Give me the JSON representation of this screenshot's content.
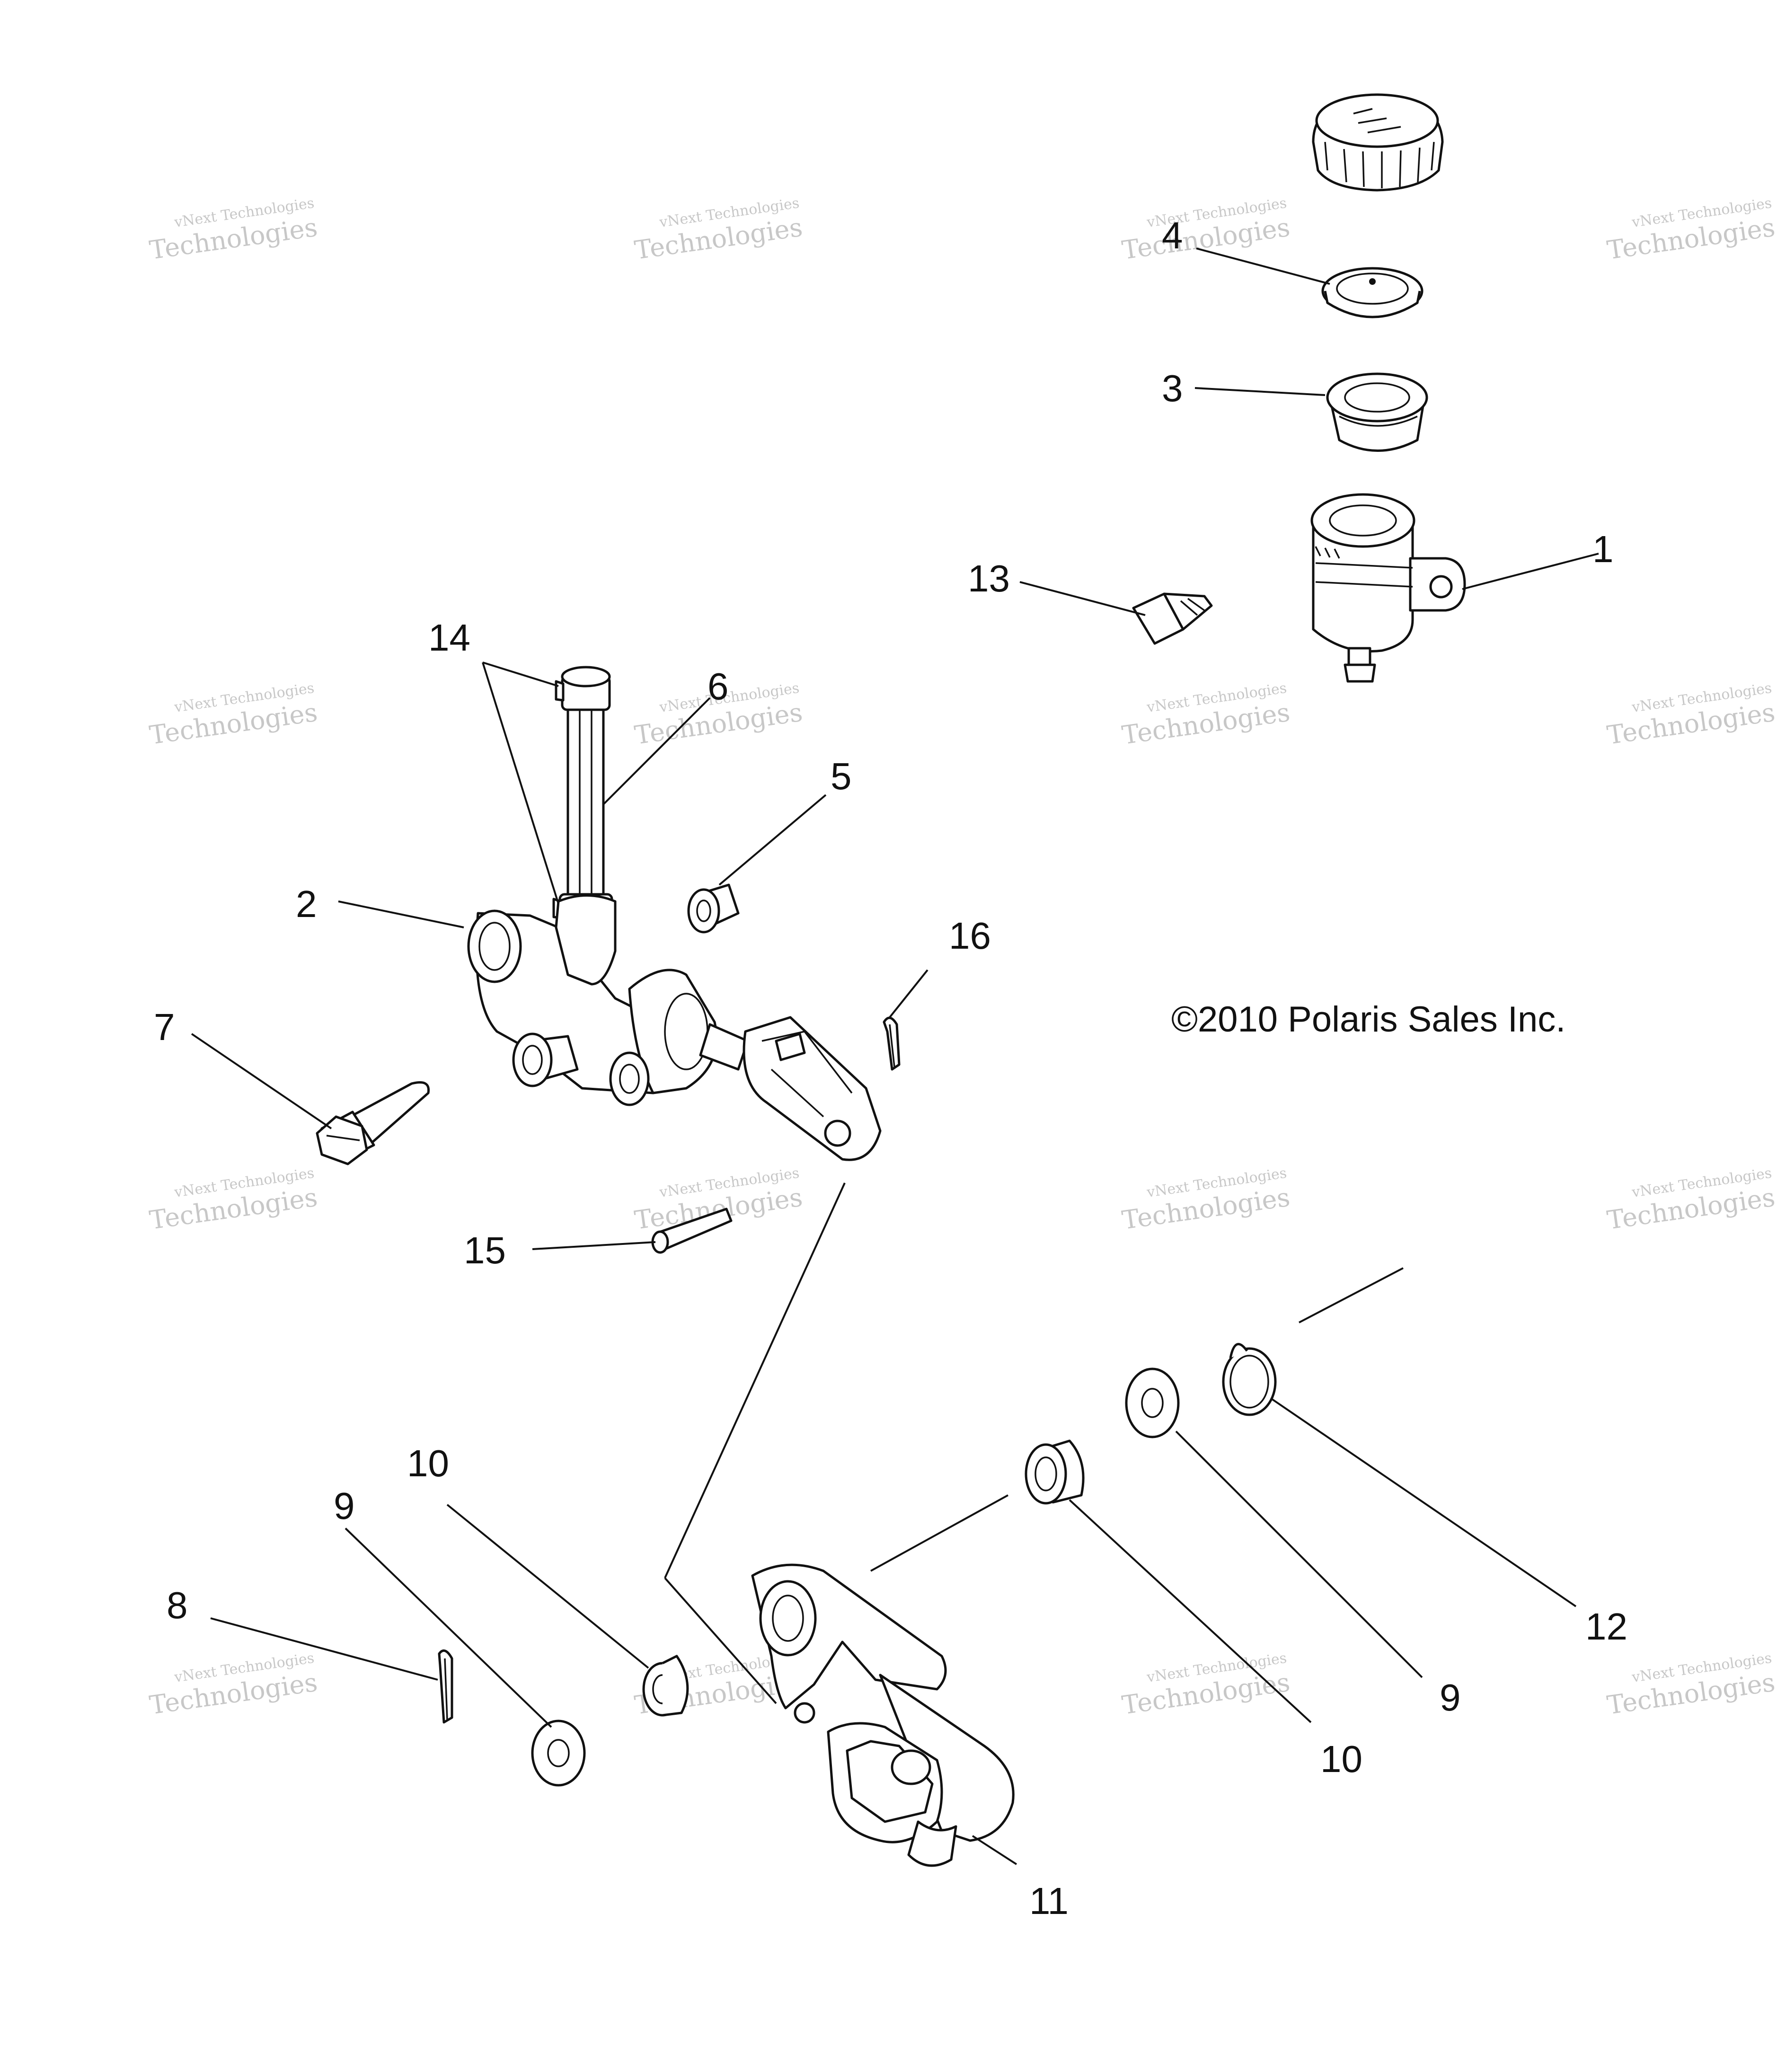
{
  "copyright": "©2010 Polaris Sales Inc.",
  "watermark": {
    "line1": "vNext Technologies",
    "line2": "Technologies"
  },
  "callouts": [
    {
      "id": "c1",
      "label": "1"
    },
    {
      "id": "c2",
      "label": "2"
    },
    {
      "id": "c3",
      "label": "3"
    },
    {
      "id": "c4",
      "label": "4"
    },
    {
      "id": "c5",
      "label": "5"
    },
    {
      "id": "c6",
      "label": "6"
    },
    {
      "id": "c7",
      "label": "7"
    },
    {
      "id": "c8",
      "label": "8"
    },
    {
      "id": "c9a",
      "label": "9"
    },
    {
      "id": "c9b",
      "label": "9"
    },
    {
      "id": "c10a",
      "label": "10"
    },
    {
      "id": "c10b",
      "label": "10"
    },
    {
      "id": "c11",
      "label": "11"
    },
    {
      "id": "c12",
      "label": "12"
    },
    {
      "id": "c13",
      "label": "13"
    },
    {
      "id": "c14",
      "label": "14"
    },
    {
      "id": "c15",
      "label": "15"
    },
    {
      "id": "c16",
      "label": "16"
    }
  ]
}
